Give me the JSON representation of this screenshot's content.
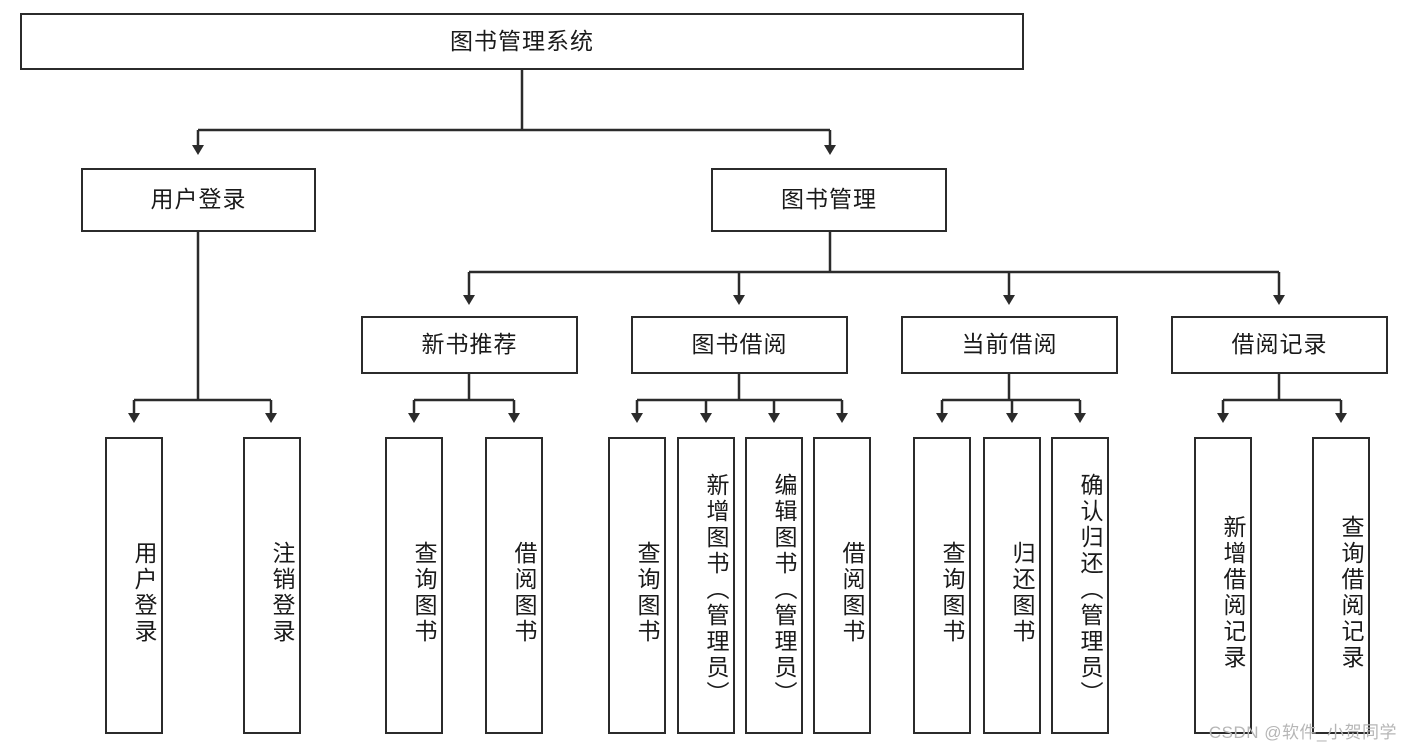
{
  "diagram": {
    "title": "图书管理系统",
    "type": "tree-hierarchy",
    "watermark": "CSDN @软件_小贺同学",
    "colors": {
      "stroke": "#2b2b2b",
      "fill": "#ffffff",
      "text": "#1a1a1a",
      "watermark": "#b6b6b6"
    },
    "nodes": {
      "root": {
        "label": "图书管理系统"
      },
      "level2": [
        {
          "label": "用户登录"
        },
        {
          "label": "图书管理"
        }
      ],
      "level3": [
        {
          "label": "新书推荐"
        },
        {
          "label": "图书借阅"
        },
        {
          "label": "当前借阅"
        },
        {
          "label": "借阅记录"
        }
      ],
      "leaves": {
        "user_login": [
          {
            "label": "用户登录"
          },
          {
            "label": "注销登录"
          }
        ],
        "new_book": [
          {
            "label": "查询图书"
          },
          {
            "label": "借阅图书"
          }
        ],
        "book_borrow": [
          {
            "label": "查询图书"
          },
          {
            "label": "新增图书（管理员）"
          },
          {
            "label": "编辑图书（管理员）"
          },
          {
            "label": "借阅图书"
          }
        ],
        "current_borrow": [
          {
            "label": "查询图书"
          },
          {
            "label": "归还图书"
          },
          {
            "label": "确认归还（管理员）"
          }
        ],
        "borrow_record": [
          {
            "label": "新增借阅记录"
          },
          {
            "label": "查询借阅记录"
          }
        ]
      }
    }
  }
}
